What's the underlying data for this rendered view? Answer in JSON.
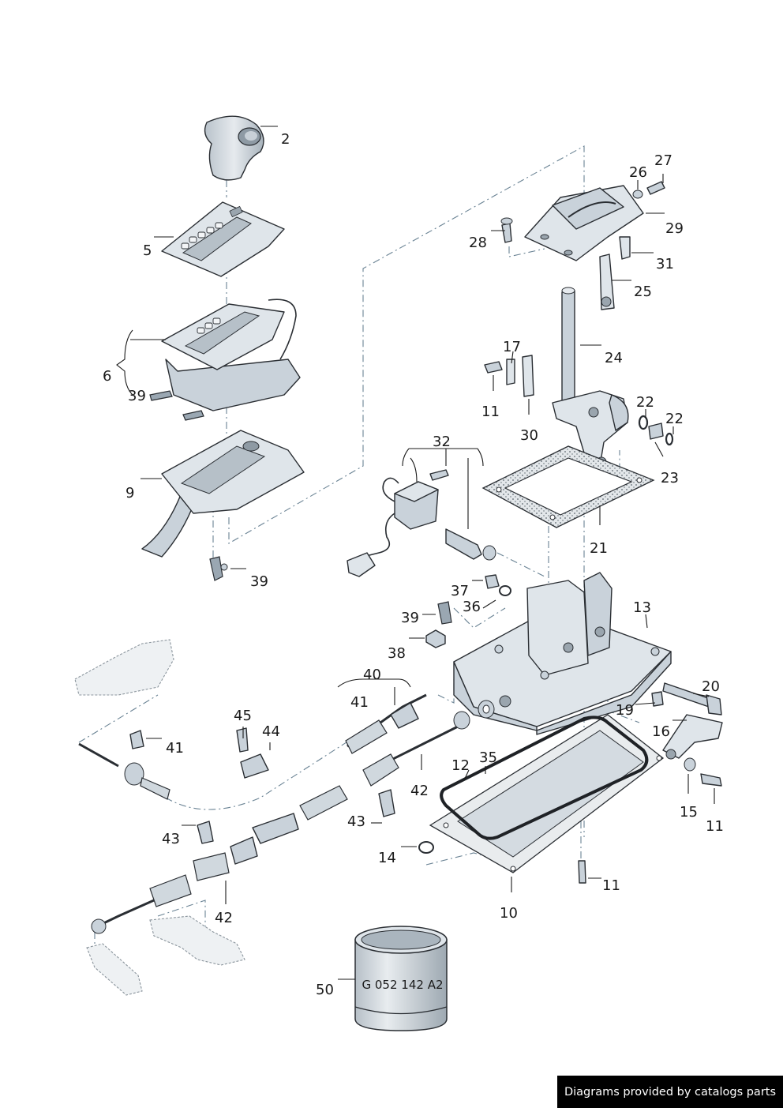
{
  "labels": {
    "l2": "2",
    "l5": "5",
    "l6": "6",
    "l39a": "39",
    "l9": "9",
    "l39b": "39",
    "l27": "27",
    "l26": "26",
    "l29": "29",
    "l28": "28",
    "l31": "31",
    "l25": "25",
    "l24": "24",
    "l17": "17",
    "l11a": "11",
    "l30": "30",
    "l22a": "22",
    "l22b": "22",
    "l23": "23",
    "l21": "21",
    "l32": "32",
    "l37": "37",
    "l36": "36",
    "l39c": "39",
    "l38": "38",
    "l13": "13",
    "l40": "40",
    "l41a": "41",
    "l20": "20",
    "l19": "19",
    "l16": "16",
    "l45": "45",
    "l44": "44",
    "l41b": "41",
    "l12": "12",
    "l35": "35",
    "l42a": "42",
    "l15": "15",
    "l11b": "11",
    "l43a": "43",
    "l43b": "43",
    "l14": "14",
    "l11c": "11",
    "l10": "10",
    "l42b": "42",
    "l50": "50"
  },
  "can_marking": "G 052 142 A2",
  "credit": "Diagrams provided by catalogs parts"
}
